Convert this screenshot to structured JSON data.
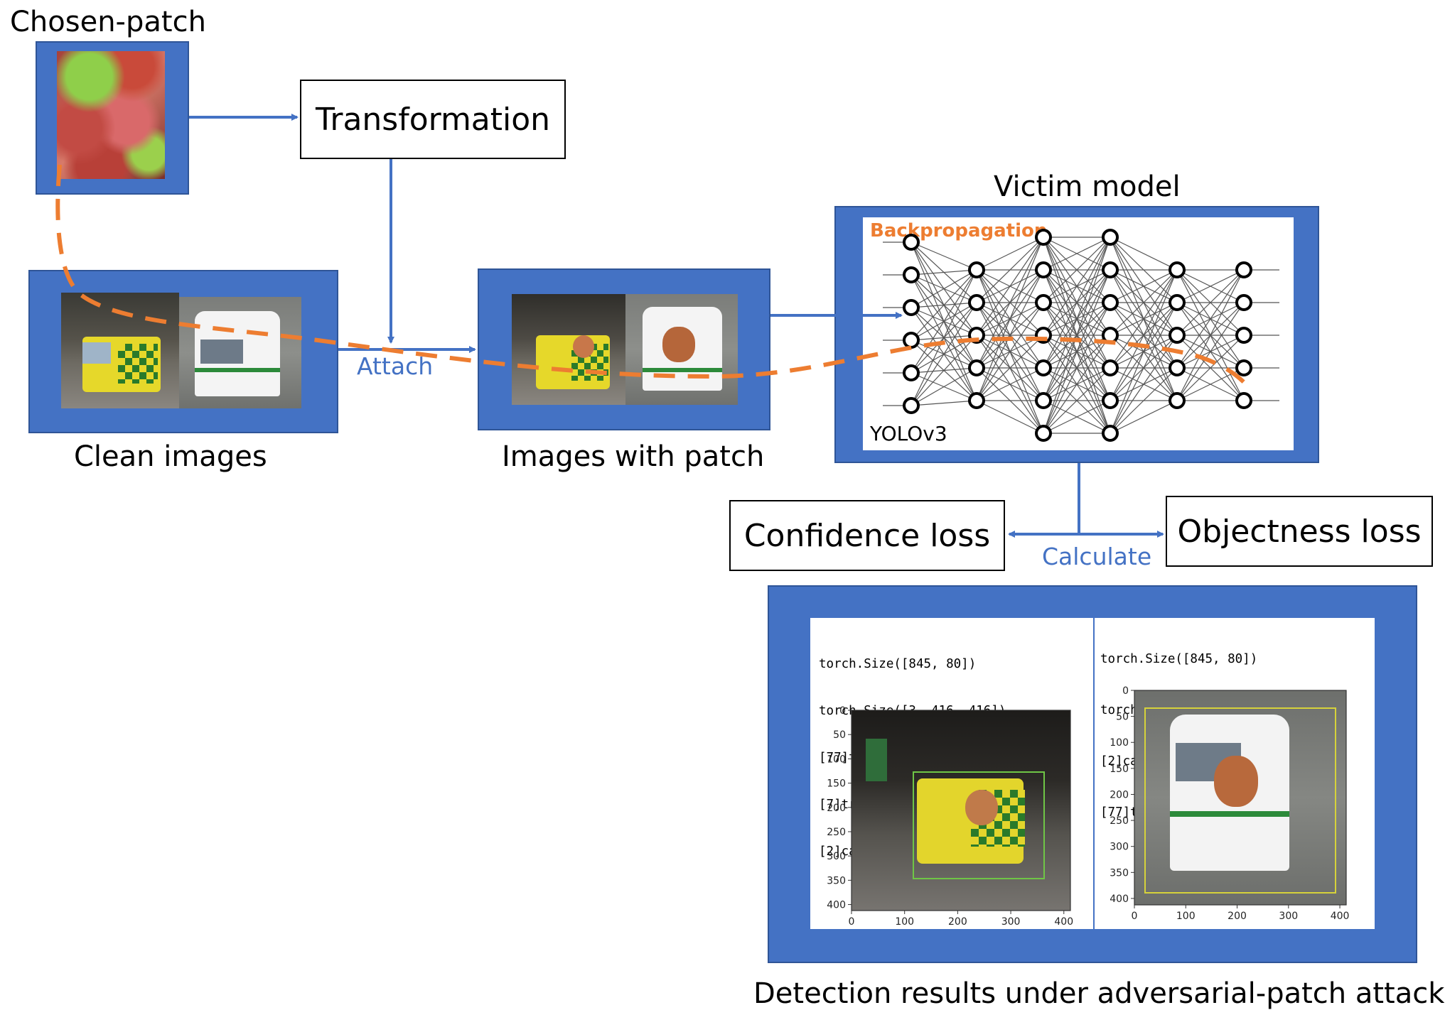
{
  "labels": {
    "chosen_patch": "Chosen-patch",
    "transformation": "Transformation",
    "victim_model": "Victim model",
    "backpropagation": "Backpropagation",
    "yolo": "YOLOv3",
    "clean_images": "Clean images",
    "images_with_patch": "Images with patch",
    "attach": "Attach",
    "confidence_loss": "Confidence loss",
    "objectness_loss": "Objectness loss",
    "calculate": "Calculate",
    "detection_results": "Detection results under adversarial-patch attack"
  },
  "detection": {
    "left": {
      "lines": [
        "torch.Size([845, 80])",
        "torch.Size([3, 416, 416])",
        "[77]teddy bear: 0.999872",
        "[7]truck: 0.610820",
        "[2]car: 0.951023"
      ],
      "y_ticks": [
        "0",
        "50",
        "100",
        "150",
        "200",
        "250",
        "300",
        "350",
        "400"
      ],
      "x_ticks": [
        "0",
        "100",
        "200",
        "300",
        "400"
      ]
    },
    "right": {
      "lines": [
        "torch.Size([845, 80])",
        "torch.Size([3, 416, 416])",
        "[2]car: 0.552414",
        "[77]teddy bear: 0.999416"
      ],
      "y_ticks": [
        "0",
        "50",
        "100",
        "150",
        "200",
        "250",
        "300",
        "350",
        "400"
      ],
      "x_ticks": [
        "0",
        "100",
        "200",
        "300",
        "400"
      ]
    }
  },
  "network": {
    "layers": [
      6,
      5,
      7,
      7,
      5,
      5
    ]
  },
  "colors": {
    "frame": "#4472c4",
    "dashed": "#ed7d31",
    "arrow": "#4472c4",
    "text_blue": "#4472c4"
  }
}
